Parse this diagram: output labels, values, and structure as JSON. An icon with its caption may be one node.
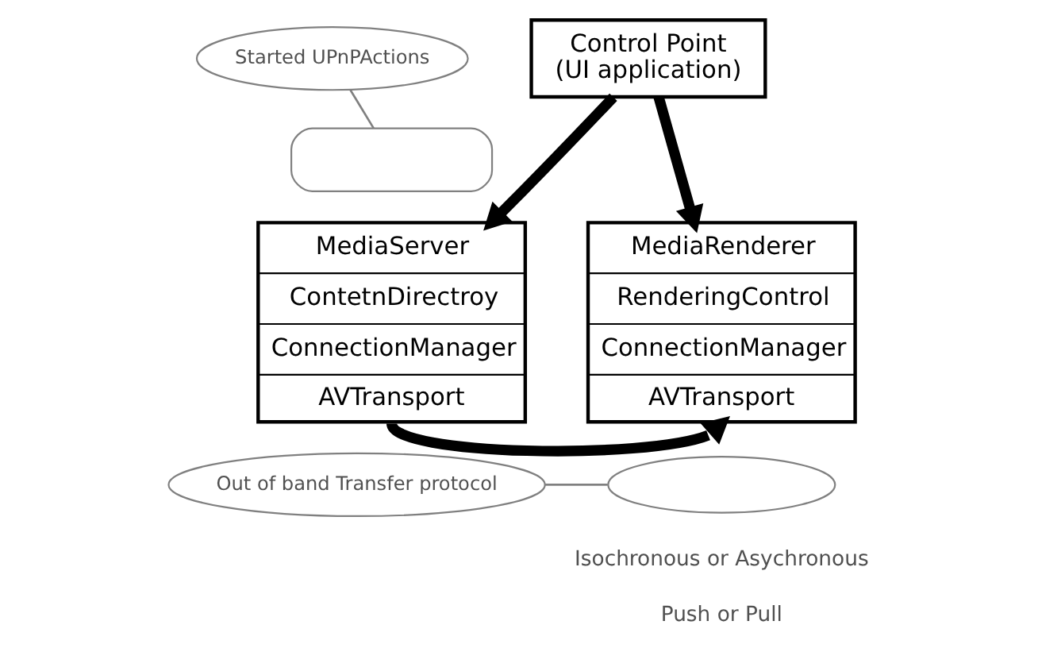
{
  "diagram": {
    "nodes": [
      {
        "text": [
          "Control Point",
          "(UI application)"
        ]
      },
      {
        "text": [
          "Started UPnPActions"
        ]
      },
      {
        "text": [],
        "shape": "box"
      },
      {
        "text": [
          "MediaServer",
          "ContetnDirectroy",
          "ConnectionManager",
          "AVTransport"
        ]
      },
      {
        "text": [
          "MediaRenderer",
          "RenderingControl",
          "ConnectionManager",
          "AVTransport"
        ]
      },
      {
        "text": [
          "Out of band Transfer protocol"
        ]
      },
      {
        "text": [],
        "shape": "ellipse"
      }
    ],
    "edges": [
      {
        "from": 0,
        "to": 3,
        "arrow": "to"
      },
      {
        "from": 0,
        "to": 4,
        "arrow": "to"
      },
      {
        "from": 1,
        "to": 2,
        "arrow": "none",
        "color": "#808080"
      },
      {
        "from": 3,
        "to": 4,
        "arrow": "to"
      },
      {
        "from": 5,
        "to": 6,
        "arrow": "none",
        "color": "#808080"
      }
    ],
    "labels": [
      "Isochronous or Asychronous",
      "Push or Pull"
    ]
  }
}
